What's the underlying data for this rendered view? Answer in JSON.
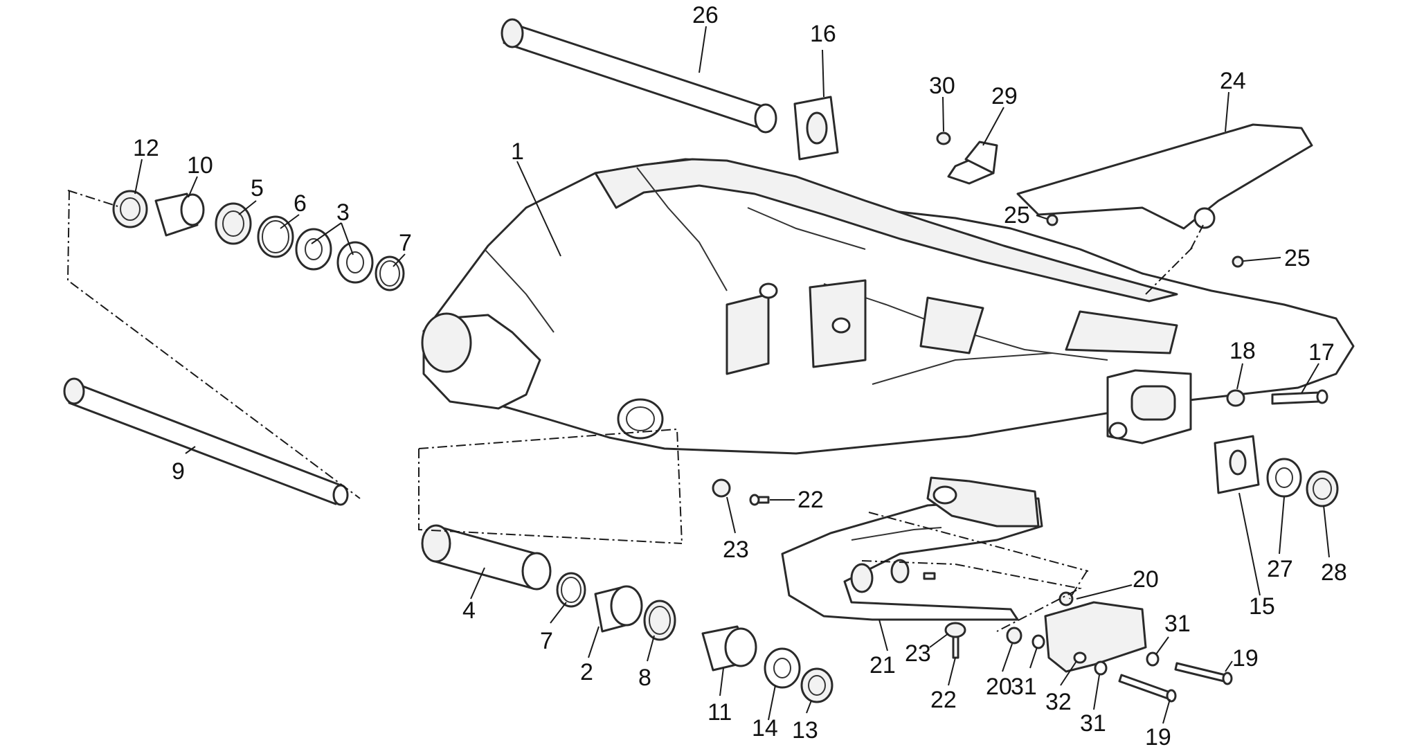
{
  "callouts": [
    {
      "id": "c1",
      "text": "1"
    },
    {
      "id": "c2",
      "text": "2"
    },
    {
      "id": "c3",
      "text": "3"
    },
    {
      "id": "c4",
      "text": "4"
    },
    {
      "id": "c5",
      "text": "5"
    },
    {
      "id": "c6",
      "text": "6"
    },
    {
      "id": "c7a",
      "text": "7"
    },
    {
      "id": "c7b",
      "text": "7"
    },
    {
      "id": "c8",
      "text": "8"
    },
    {
      "id": "c9",
      "text": "9"
    },
    {
      "id": "c10",
      "text": "10"
    },
    {
      "id": "c11",
      "text": "11"
    },
    {
      "id": "c12",
      "text": "12"
    },
    {
      "id": "c13",
      "text": "13"
    },
    {
      "id": "c14",
      "text": "14"
    },
    {
      "id": "c15",
      "text": "15"
    },
    {
      "id": "c16",
      "text": "16"
    },
    {
      "id": "c17",
      "text": "17"
    },
    {
      "id": "c18",
      "text": "18"
    },
    {
      "id": "c19a",
      "text": "19"
    },
    {
      "id": "c19b",
      "text": "19"
    },
    {
      "id": "c20a",
      "text": "20"
    },
    {
      "id": "c20b",
      "text": "20"
    },
    {
      "id": "c21",
      "text": "21"
    },
    {
      "id": "c22a",
      "text": "22"
    },
    {
      "id": "c22b",
      "text": "22"
    },
    {
      "id": "c23a",
      "text": "23"
    },
    {
      "id": "c23b",
      "text": "23"
    },
    {
      "id": "c24",
      "text": "24"
    },
    {
      "id": "c25a",
      "text": "25"
    },
    {
      "id": "c25b",
      "text": "25"
    },
    {
      "id": "c26",
      "text": "26"
    },
    {
      "id": "c27",
      "text": "27"
    },
    {
      "id": "c28",
      "text": "28"
    },
    {
      "id": "c29",
      "text": "29"
    },
    {
      "id": "c30",
      "text": "30"
    },
    {
      "id": "c31a",
      "text": "31"
    },
    {
      "id": "c31b",
      "text": "31"
    },
    {
      "id": "c31c",
      "text": "31"
    },
    {
      "id": "c32",
      "text": "32"
    }
  ],
  "colors": {
    "line": "#2a2a2a",
    "background": "#ffffff",
    "text": "#111111"
  }
}
